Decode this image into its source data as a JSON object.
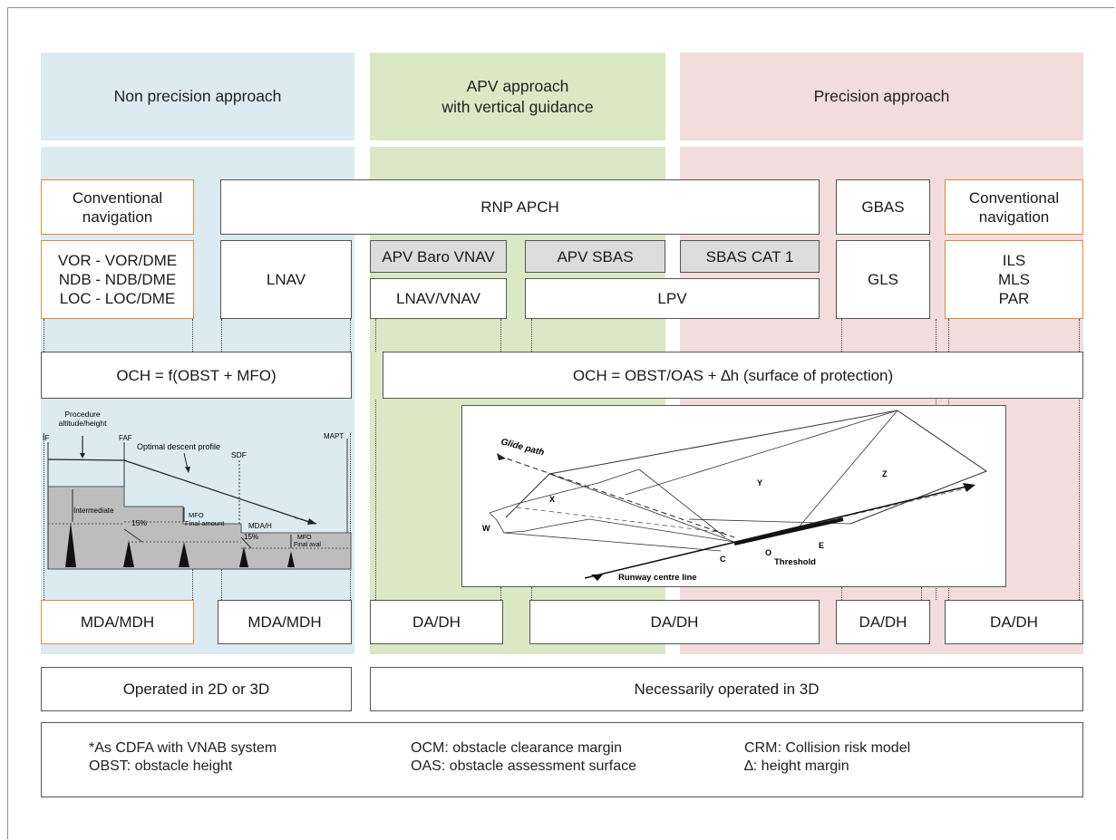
{
  "columns": {
    "non_precision": "Non precision approach",
    "apv": "APV approach\nwith vertical guidance",
    "precision": "Precision approach"
  },
  "colors": {
    "non_precision_band": "#dcebf1",
    "apv_band": "#dbe8c6",
    "precision_band": "#f2dcdc",
    "orange_border": "#e0893b",
    "gray_box": "#dcdcdc"
  },
  "row1": {
    "conv_nav_left": "Conventional\nnavigation",
    "rnp_apch": "RNP APCH",
    "gbas": "GBAS",
    "conv_nav_right": "Conventional\nnavigation"
  },
  "row2": {
    "conventional_aids": "VOR - VOR/DME\nNDB - NDB/DME\nLOC - LOC/DME",
    "lnav": "LNAV",
    "apv_baro_vnav": "APV Baro VNAV",
    "apv_sbas": "APV SBAS",
    "sbas_cat1": "SBAS CAT 1",
    "lnav_vnav": "LNAV/VNAV",
    "lpv": "LPV",
    "gls": "GLS",
    "precision_aids": "ILS\nMLS\nPAR"
  },
  "och": {
    "non_precision": "OCH = f(OBST + MFO)",
    "apv_precision": "OCH = OBST/OAS + ∆h (surface of protection)"
  },
  "profile_figure": {
    "if": "IF",
    "faf": "FAF",
    "mapt": "MAPT",
    "sdf": "SDF",
    "procedure_alt": "Procedure\naltitude/height",
    "optimal_descent": "Optimal descent profile",
    "intermediate": "Intermediate",
    "pct1": "15%",
    "pct2": "15%",
    "mfo_final": "MFO\nFinal amount",
    "mda_h": "MDA/H",
    "mfo_final_aval": "MFO\nFinal aval"
  },
  "surface_figure": {
    "glide_path": "Glide path",
    "x": "X",
    "y": "Y",
    "z": "Z",
    "w": "W",
    "c": "C",
    "o": "O",
    "e": "E",
    "threshold": "Threshold",
    "runway_centre_line": "Runway centre line"
  },
  "minima": {
    "mda1": "MDA/MDH",
    "mda2": "MDA/MDH",
    "da1": "DA/DH",
    "da2": "DA/DH",
    "da3": "DA/DH",
    "da4": "DA/DH"
  },
  "operation": {
    "two_or_three_d": "Operated in 2D or 3D",
    "three_d": "Necessarily operated in 3D"
  },
  "legend": {
    "cdfa": "*As CDFA with VNAB system",
    "obst": "OBST: obstacle height",
    "ocm": "OCM: obstacle clearance margin",
    "oas": "OAS: obstacle assessment surface",
    "crm": "CRM: Collision risk model",
    "delta": "∆: height margin"
  }
}
